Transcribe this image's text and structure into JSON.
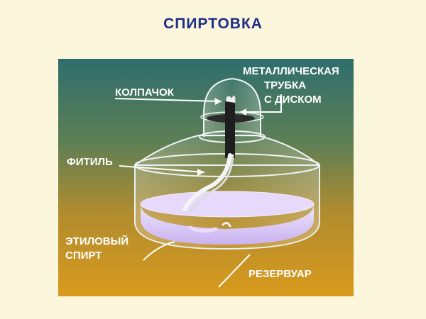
{
  "title": "СПИРТОВКА",
  "labels": {
    "cap": "КОЛПАЧОК",
    "tube_line1": "МЕТАЛЛИЧЕСКАЯ",
    "tube_line2": "ТРУБКА",
    "tube_line3": "С ДИСКОМ",
    "wick": "ФИТИЛЬ",
    "alcohol_line1": "ЭТИЛОВЫЙ",
    "alcohol_line2": "СПИРТ",
    "reservoir": "РЕЗЕРВУАР"
  },
  "colors": {
    "background": "#fbf6dc",
    "title": "#1e2f86",
    "panel_top": "#2f6f6c",
    "panel_bottom": "#d89a1f",
    "liquid": "#d9c6f5",
    "label_dark": "#ffffff"
  }
}
